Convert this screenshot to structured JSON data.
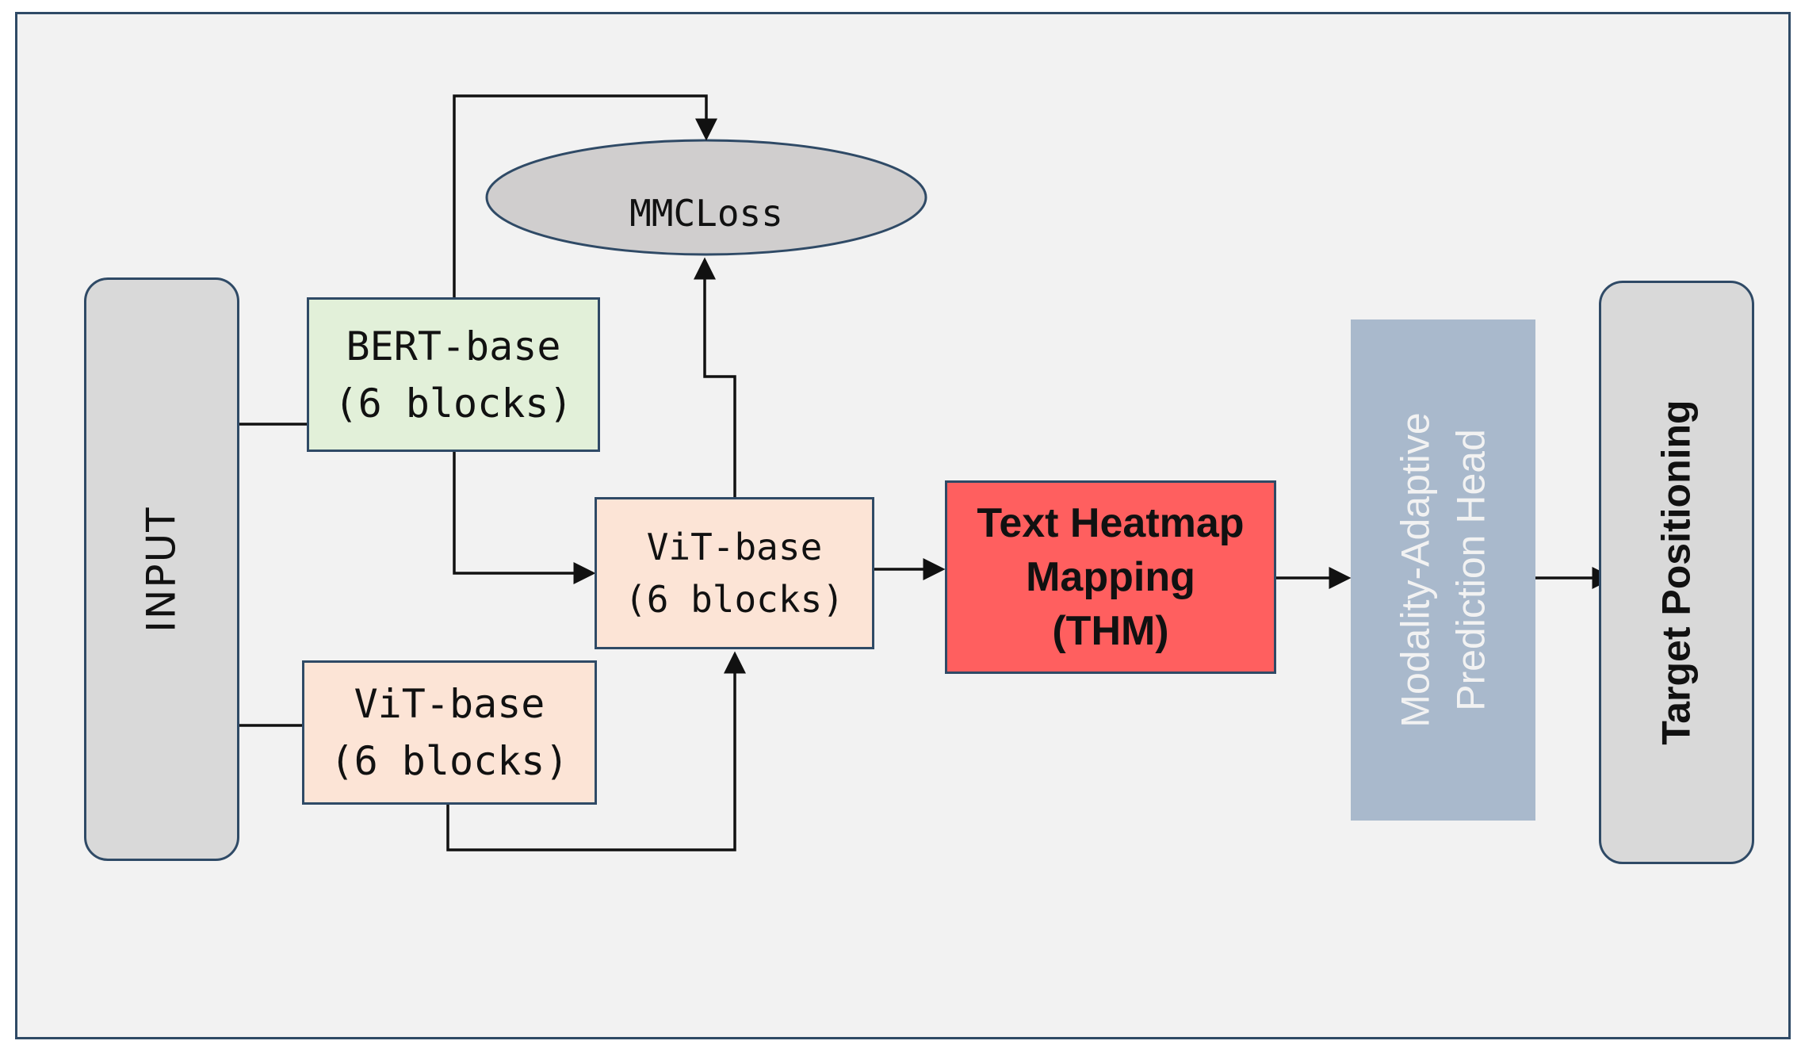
{
  "diagram": {
    "nodes": {
      "input": "INPUT",
      "bert": {
        "line1": "BERT-base",
        "line2": "(6 blocks)"
      },
      "vit_bottom": {
        "line1": "ViT-base",
        "line2": "(6 blocks)"
      },
      "vit_middle": {
        "line1": "ViT-base",
        "line2": "(6 blocks)"
      },
      "mmcloss": "MMCLoss",
      "thm": {
        "line1": "Text Heatmap",
        "line2": "Mapping",
        "line3": "(THM)"
      },
      "head": {
        "line1": "Modality-Adaptive",
        "line2": "Prediction Head"
      },
      "target": "Target Positioning"
    },
    "colors": {
      "background": "#f2f2f2",
      "border": "#2f4a66",
      "bert_fill": "#e2f0d9",
      "vit_fill": "#fce4d6",
      "thm_fill": "#ff5f5f",
      "head_fill": "#a9b9cc",
      "pill_fill": "#d9d9d9"
    }
  }
}
